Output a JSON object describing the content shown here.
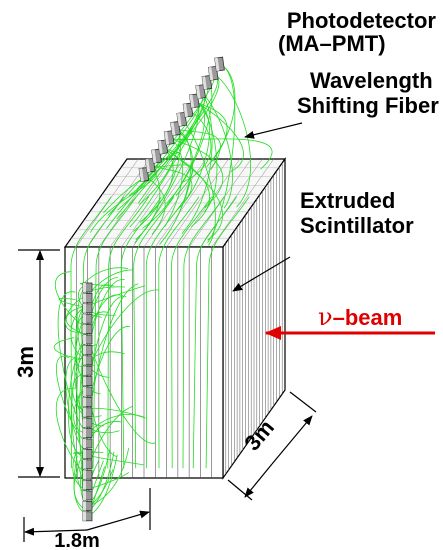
{
  "labels": {
    "photodetector_line1": "Photodetector",
    "photodetector_line2": "(MA–PMT)",
    "fiber_line1": "Wavelength",
    "fiber_line2": "Shifting Fiber",
    "scintillator_line1": "Extruded",
    "scintillator_line2": "Scintillator",
    "beam_nu": "ν",
    "beam_text": "–beam",
    "height_dim": "3m",
    "depth_dim": "3m",
    "width_dim": "1.8m"
  },
  "colors": {
    "fiber": "#22dd22",
    "beam": "#e00000",
    "module_fill": "#9a9a9a",
    "module_stroke": "#333333",
    "line": "#000000"
  }
}
